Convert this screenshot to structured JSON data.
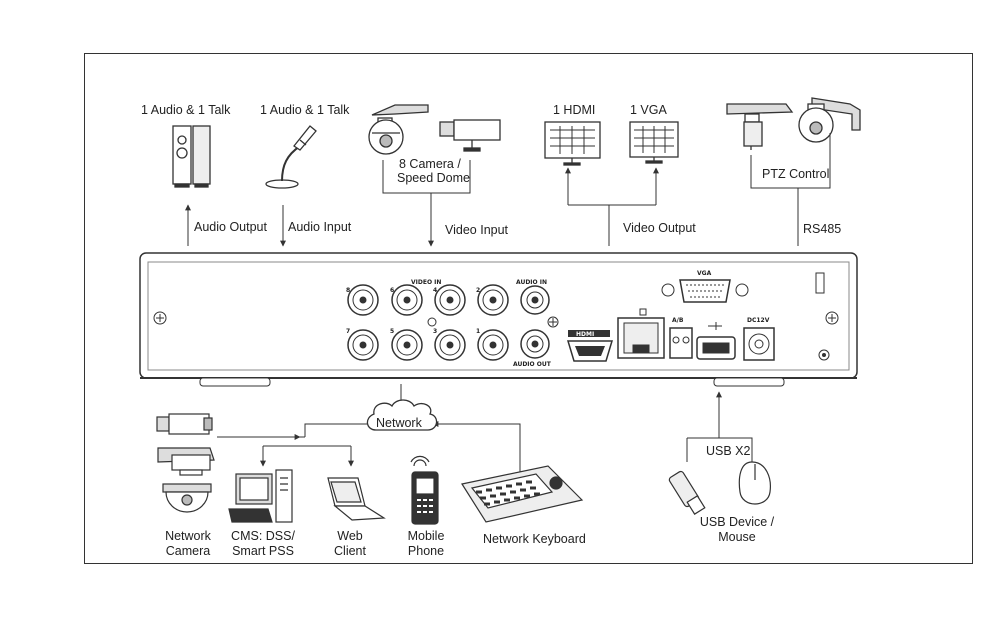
{
  "top": {
    "audio_out_device": "1 Audio  & 1 Talk",
    "audio_in_device": "1 Audio & 1 Talk",
    "camera_line1": "8  Camera /",
    "camera_line2": "Speed Dome",
    "hdmi": "1 HDMI",
    "vga": "1 VGA",
    "ptz": "PTZ Control",
    "audio_output": "Audio  Output",
    "audio_input": "Audio  Input",
    "video_input": "Video Input",
    "video_output": "Video Output",
    "rs485": "RS485"
  },
  "panel": {
    "video_in": "VIDEO IN",
    "audio_in": "AUDIO IN",
    "audio_out": "AUDIO OUT",
    "vga": "VGA",
    "hdmi": "HDMI",
    "ab": "A/B",
    "dc": "DC12V",
    "bnc_top_numbers": [
      "8",
      "6",
      "4",
      "2"
    ],
    "bnc_bottom_numbers": [
      "7",
      "5",
      "3",
      "1"
    ]
  },
  "bottom": {
    "network": "Network",
    "usb": "USB X2",
    "network_camera_1": "Network",
    "network_camera_2": "Camera",
    "cms_1": "CMS: DSS/",
    "cms_2": "Smart PSS",
    "web_1": "Web",
    "web_2": "Client",
    "mobile_1": "Mobile",
    "mobile_2": "Phone",
    "keyboard": "Network Keyboard",
    "usb_device_1": "USB Device /",
    "usb_device_2": "Mouse"
  },
  "icons": [
    "speaker-icon",
    "microphone-icon",
    "speed-dome-icon",
    "box-camera-icon",
    "hdmi-monitor-icon",
    "vga-monitor-icon",
    "ptz-camera-icon",
    "ptz-dome-icon",
    "cloud-icon",
    "bullet-camera-icon",
    "dome-camera-icon",
    "desktop-pc-icon",
    "laptop-icon",
    "mobile-phone-icon",
    "network-keyboard-icon",
    "usb-stick-icon",
    "mouse-icon"
  ]
}
